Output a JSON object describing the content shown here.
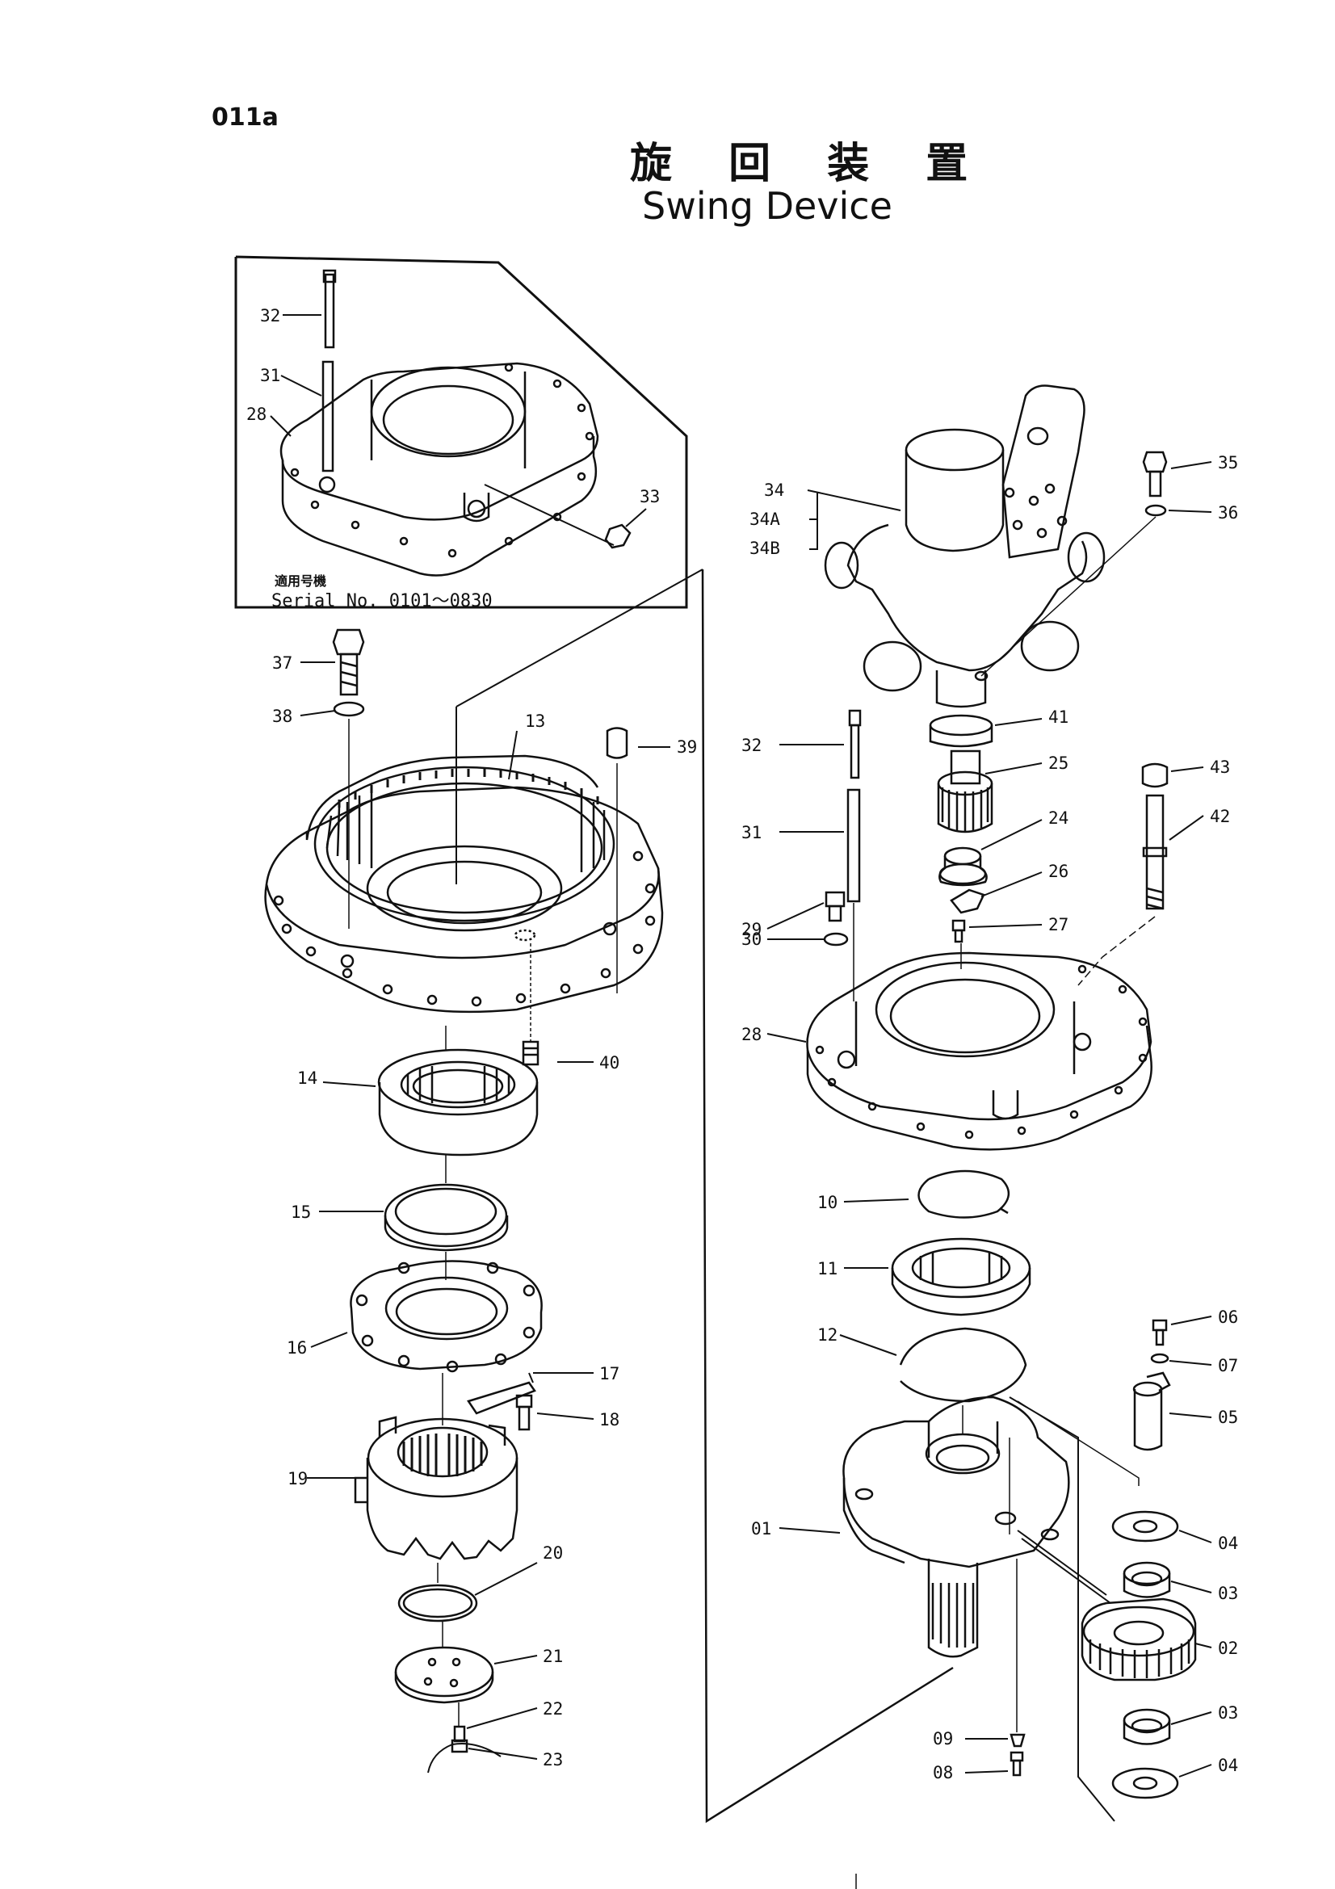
{
  "page_code": "011a",
  "title_jp": "旋 回 装 置",
  "title_en": "Swing Device",
  "inset": {
    "caption_jp": "適用号機",
    "serial": "Serial No. 0101～0830"
  },
  "labels": {
    "l32a": "32",
    "l31a": "31",
    "l28a": "28",
    "l33": "33",
    "l37": "37",
    "l38": "38",
    "l13": "13",
    "l39": "39",
    "l40": "40",
    "l14": "14",
    "l15": "15",
    "l16": "16",
    "l17": "17",
    "l18": "18",
    "l19": "19",
    "l20": "20",
    "l21": "21",
    "l22": "22",
    "l23": "23",
    "l34": "34",
    "l34A": "34A",
    "l34B": "34B",
    "l35": "35",
    "l36": "36",
    "l41": "41",
    "l32b": "32",
    "l25": "25",
    "l43": "43",
    "l42": "42",
    "l31b": "31",
    "l24": "24",
    "l26": "26",
    "l29": "29",
    "l27": "27",
    "l30": "30",
    "l28b": "28",
    "l10": "10",
    "l11": "11",
    "l06": "06",
    "l07": "07",
    "l12": "12",
    "l05": "05",
    "l01": "01",
    "l04a": "04",
    "l03a": "03",
    "l02": "02",
    "l03b": "03",
    "l09": "09",
    "l04b": "04",
    "l08": "08"
  },
  "colors": {
    "ink": "#111111",
    "paper": "#ffffff"
  }
}
